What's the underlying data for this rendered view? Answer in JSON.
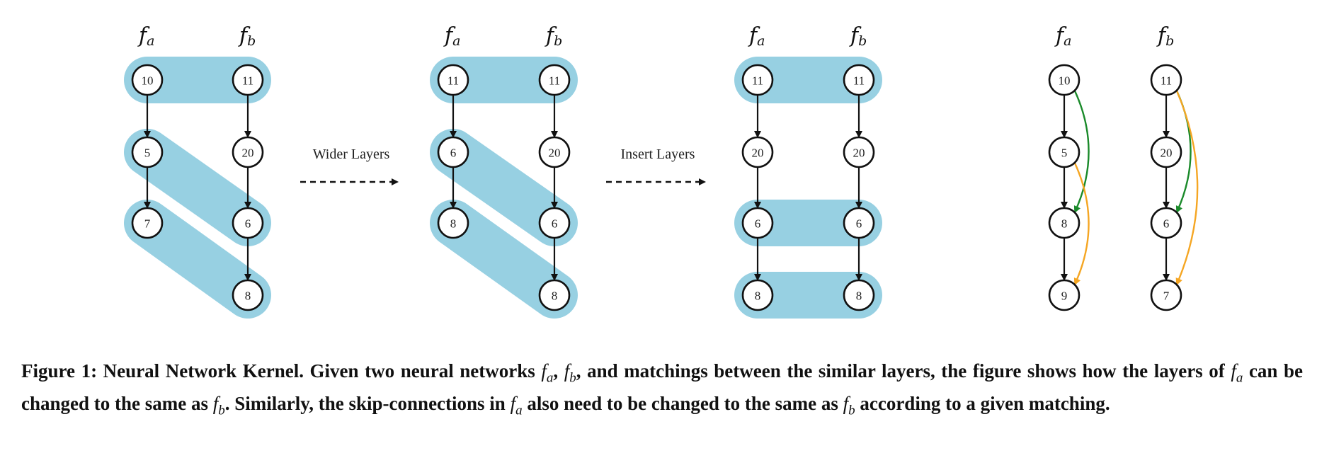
{
  "figure": {
    "panels": [
      {
        "id": "original",
        "columns": [
          {
            "label_base": "f",
            "label_sub": "a",
            "nodes": [
              "10",
              "5",
              "7",
              null
            ]
          },
          {
            "label_base": "f",
            "label_sub": "b",
            "nodes": [
              "11",
              "20",
              "6",
              "8"
            ]
          }
        ],
        "edges": [
          {
            "col": 0,
            "from": 0,
            "to": 1
          },
          {
            "col": 0,
            "from": 1,
            "to": 2
          },
          {
            "col": 1,
            "from": 0,
            "to": 1
          },
          {
            "col": 1,
            "from": 1,
            "to": 2
          },
          {
            "col": 1,
            "from": 2,
            "to": 3
          }
        ],
        "matchings": [
          [
            0,
            0
          ],
          [
            1,
            2
          ],
          [
            2,
            3
          ]
        ]
      },
      {
        "id": "wider",
        "columns": [
          {
            "label_base": "f",
            "label_sub": "a",
            "nodes": [
              "11",
              "6",
              "8",
              null
            ]
          },
          {
            "label_base": "f",
            "label_sub": "b",
            "nodes": [
              "11",
              "20",
              "6",
              "8"
            ]
          }
        ],
        "edges": [
          {
            "col": 0,
            "from": 0,
            "to": 1
          },
          {
            "col": 0,
            "from": 1,
            "to": 2
          },
          {
            "col": 1,
            "from": 0,
            "to": 1
          },
          {
            "col": 1,
            "from": 1,
            "to": 2
          },
          {
            "col": 1,
            "from": 2,
            "to": 3
          }
        ],
        "matchings": [
          [
            0,
            0
          ],
          [
            1,
            2
          ],
          [
            2,
            3
          ]
        ]
      },
      {
        "id": "inserted",
        "columns": [
          {
            "label_base": "f",
            "label_sub": "a",
            "nodes": [
              "11",
              "20",
              "6",
              "8"
            ]
          },
          {
            "label_base": "f",
            "label_sub": "b",
            "nodes": [
              "11",
              "20",
              "6",
              "8"
            ]
          }
        ],
        "edges": [
          {
            "col": 0,
            "from": 0,
            "to": 1
          },
          {
            "col": 0,
            "from": 1,
            "to": 2
          },
          {
            "col": 0,
            "from": 2,
            "to": 3
          },
          {
            "col": 1,
            "from": 0,
            "to": 1
          },
          {
            "col": 1,
            "from": 1,
            "to": 2
          },
          {
            "col": 1,
            "from": 2,
            "to": 3
          }
        ],
        "matchings": [
          [
            0,
            0
          ],
          [
            2,
            2
          ],
          [
            3,
            3
          ]
        ]
      },
      {
        "id": "skip-connections",
        "columns": [
          {
            "label_base": "f",
            "label_sub": "a",
            "nodes": [
              "10",
              "5",
              "8",
              "9"
            ]
          },
          {
            "label_base": "f",
            "label_sub": "b",
            "nodes": [
              "11",
              "20",
              "6",
              "7"
            ]
          }
        ],
        "edges": [
          {
            "col": 0,
            "from": 0,
            "to": 1
          },
          {
            "col": 0,
            "from": 1,
            "to": 2
          },
          {
            "col": 0,
            "from": 2,
            "to": 3
          },
          {
            "col": 1,
            "from": 0,
            "to": 1
          },
          {
            "col": 1,
            "from": 1,
            "to": 2
          },
          {
            "col": 1,
            "from": 2,
            "to": 3
          }
        ],
        "skip_edges": [
          {
            "col": 0,
            "from": 0,
            "to": 2,
            "color": "#1a8a2a"
          },
          {
            "col": 0,
            "from": 1,
            "to": 3,
            "color": "#f5a623"
          },
          {
            "col": 1,
            "from": 0,
            "to": 2,
            "color": "#1a8a2a"
          },
          {
            "col": 1,
            "from": 0,
            "to": 3,
            "color": "#f5a623"
          }
        ],
        "matchings": []
      }
    ],
    "operations": [
      {
        "label": "Wider Layers"
      },
      {
        "label": "Insert Layers"
      }
    ],
    "colors": {
      "matching_band": "#97d0e2",
      "skip_green": "#1a8a2a",
      "skip_orange": "#f5a623"
    }
  },
  "caption": {
    "segments": [
      {
        "t": "Figure 1: Neural Network Kernel. Given two neural networks "
      },
      {
        "m": "f",
        "s": "a"
      },
      {
        "t": ", "
      },
      {
        "m": "f",
        "s": "b"
      },
      {
        "t": ", and matchings between the similar layers, the figure shows how the layers of "
      },
      {
        "m": "f",
        "s": "a"
      },
      {
        "t": " can be changed to the same as "
      },
      {
        "m": "f",
        "s": "b"
      },
      {
        "t": ". Similarly, the skip-connections in "
      },
      {
        "m": "f",
        "s": "a"
      },
      {
        "t": " also need to be changed to the same as "
      },
      {
        "m": "f",
        "s": "b"
      },
      {
        "t": " according to a given matching."
      }
    ]
  }
}
